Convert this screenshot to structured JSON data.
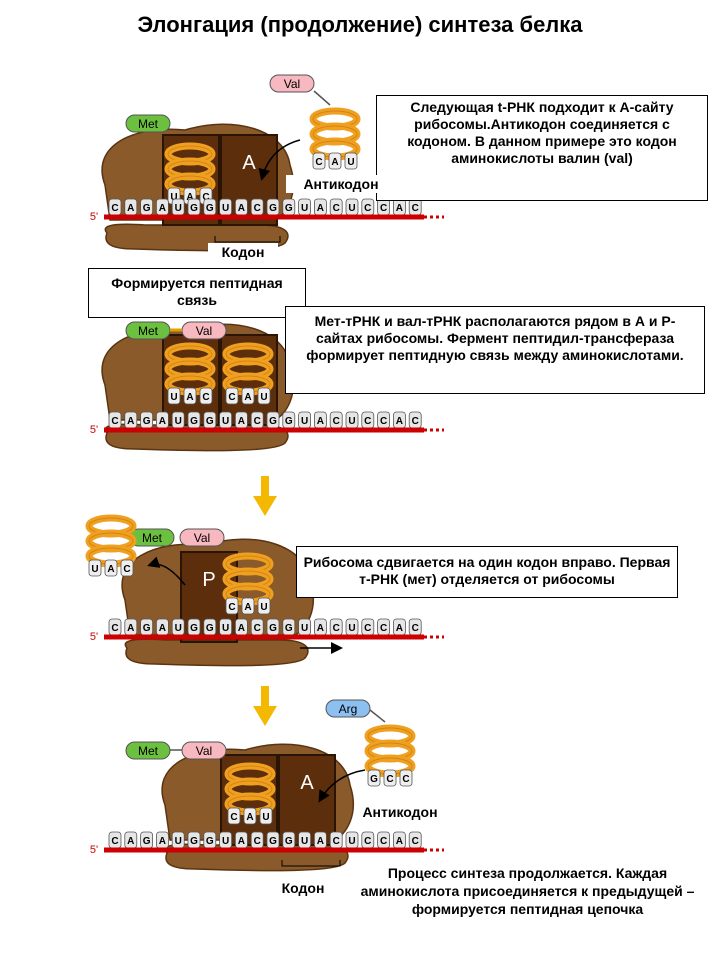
{
  "title": "Элонгация (продолжение) синтеза белка",
  "mrna": {
    "prime5": "5'",
    "codon_letters": [
      [
        "C",
        "A",
        "G"
      ],
      [
        "A",
        "U",
        "G"
      ],
      [
        "G",
        "U",
        "A"
      ],
      [
        "C",
        "G",
        "G"
      ],
      [
        "U",
        "A",
        "C"
      ],
      [
        "U",
        "C",
        "C"
      ],
      [
        "A",
        "C"
      ]
    ]
  },
  "panel1": {
    "site_label": "A",
    "amino_p": "Met",
    "amino_incoming": "Val",
    "anticodon_p": [
      "U",
      "A",
      "C"
    ],
    "anticodon_incoming": [
      "C",
      "A",
      "U"
    ],
    "anticodon_label": "Антикодон",
    "codon_label": "Кодон",
    "description": "Следующая t-РНК подходит к А-сайту рибосомы.Антикодон соединяется с кодоном. В данном примере это кодон аминокислоты валин (val)"
  },
  "panel2": {
    "amino_p": "Met",
    "amino_a": "Val",
    "anticodon_p": [
      "U",
      "A",
      "C"
    ],
    "anticodon_a": [
      "C",
      "A",
      "U"
    ],
    "bond_label": "Формируется пептидная связь",
    "description": "Мет-тРНК и вал-тРНК располагаются рядом в А и Р-сайтах рибосомы. Фермент пептидил-трансфераза формирует пептидную связь между аминокислотами."
  },
  "panel3": {
    "site_label": "P",
    "amino_leaving": "Met",
    "amino_p": "Val",
    "anticodon_leaving": [
      "U",
      "A",
      "C"
    ],
    "anticodon_p": [
      "C",
      "A",
      "U"
    ],
    "description": "Рибосома сдвигается на один кодон вправо. Первая т-РНК (мет) отделяется от рибосомы"
  },
  "panel4": {
    "site_label": "A",
    "amino_1": "Met",
    "amino_2": "Val",
    "amino_incoming": "Arg",
    "anticodon_p": [
      "C",
      "A",
      "U"
    ],
    "anticodon_incoming": [
      "G",
      "C",
      "C"
    ],
    "anticodon_label": "Антикодон",
    "codon_label": "Кодон",
    "description": "Процесс синтеза продолжается. Каждая аминокислота присоединяется к предыдущей – формируется пептидная цепочка"
  },
  "colors": {
    "ribosome": "#8B5A2B",
    "ribosome_dark": "#5a3410",
    "site": "#5C2E0C",
    "mrna_line": "#CC0000",
    "trna_helix": "#F0A020",
    "met": "#6CC040",
    "val": "#F8B8C0",
    "arg": "#8CC0F0",
    "arrow_down": "#F5B800"
  }
}
